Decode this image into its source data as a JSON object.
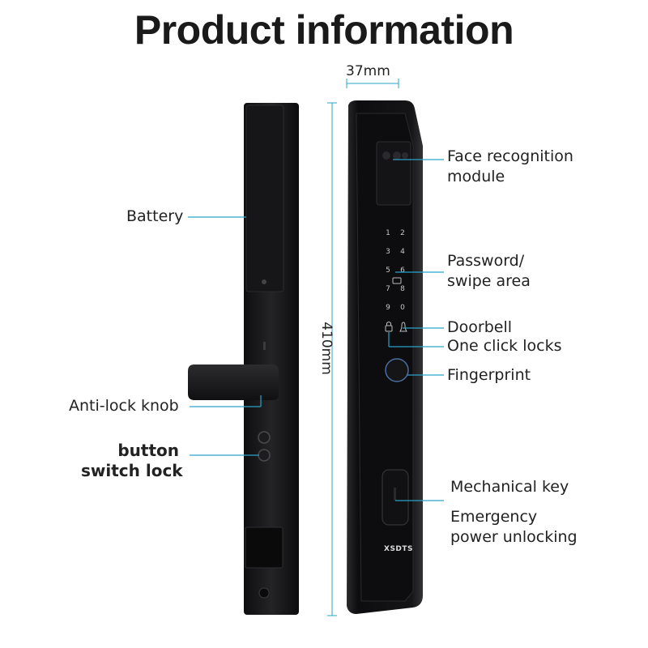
{
  "title": "Product information",
  "dimensions": {
    "width": "37mm",
    "height": "410mm"
  },
  "labels_left": {
    "battery": "Battery",
    "anti_lock_knob": "Anti-lock knob",
    "button": "button",
    "switch_lock": "switch lock"
  },
  "labels_right": {
    "face_recognition": "Face recognition",
    "module": "module",
    "password": "Password/",
    "swipe_area": "swipe area",
    "doorbell": "Doorbell",
    "one_click_locks": "One click locks",
    "fingerprint": "Fingerprint",
    "mechanical_key": "Mechanical key",
    "emergency": "Emergency",
    "power_unlocking": "power unlocking"
  },
  "keypad": [
    "1",
    "2",
    "3",
    "4",
    "5",
    "6",
    "7",
    "8",
    "9",
    "0"
  ],
  "brand": "XSDTS",
  "colors": {
    "leader_line": "#2aa3c9",
    "lock_body": "#1b1b1d",
    "title": "#1a1a1a"
  }
}
